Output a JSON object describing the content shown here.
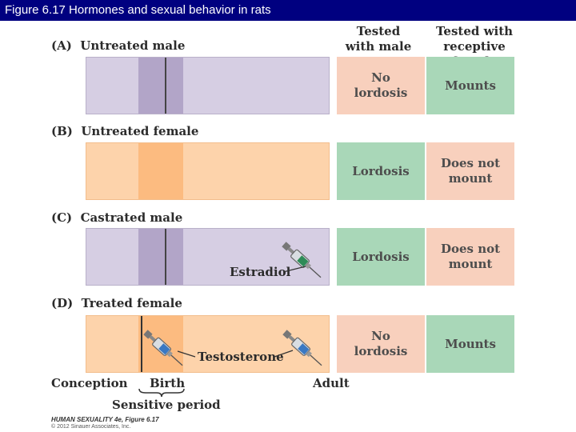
{
  "title": "Figure 6.17  Hormones and sexual behavior in rats",
  "headers": {
    "col1": "Tested\nwith male",
    "col2": "Tested with\nreceptive female"
  },
  "rows": [
    {
      "letter": "(A)",
      "label": "Untreated male",
      "sex": "male",
      "col1": "No\nlordosis",
      "col2": "Mounts",
      "col1_color": "pink",
      "col2_color": "green"
    },
    {
      "letter": "(B)",
      "label": "Untreated female",
      "sex": "female",
      "col1": "Lordosis",
      "col2": "Does not\nmount",
      "col1_color": "green",
      "col2_color": "pink"
    },
    {
      "letter": "(C)",
      "label": "Castrated male",
      "sex": "male",
      "col1": "Lordosis",
      "col2": "Does not\nmount",
      "col1_color": "green",
      "col2_color": "pink",
      "injection": "Estradiol"
    },
    {
      "letter": "(D)",
      "label": "Treated female",
      "sex": "female",
      "col1": "No\nlordosis",
      "col2": "Mounts",
      "col1_color": "pink",
      "col2_color": "green",
      "injection": "Testosterone"
    }
  ],
  "axis": {
    "start": "Conception",
    "middle": "Birth",
    "end": "Adult",
    "brace_label": "Sensitive period"
  },
  "footer": {
    "credit": "HUMAN SEXUALITY 4e, Figure 6.17",
    "copyright": "© 2012 Sinauer Associates, Inc."
  },
  "colors": {
    "title_bar": "#000080",
    "male_bar": "#d6cee3",
    "female_bar": "#fdd3ab",
    "no_lordosis_fill": "#f8d0bd",
    "mounts_fill": "#a9d7b8",
    "estradiol_liquid": "#2e8b57",
    "testosterone_liquid": "#3a78c2"
  },
  "icons": {
    "syringe": "syringe-icon"
  }
}
